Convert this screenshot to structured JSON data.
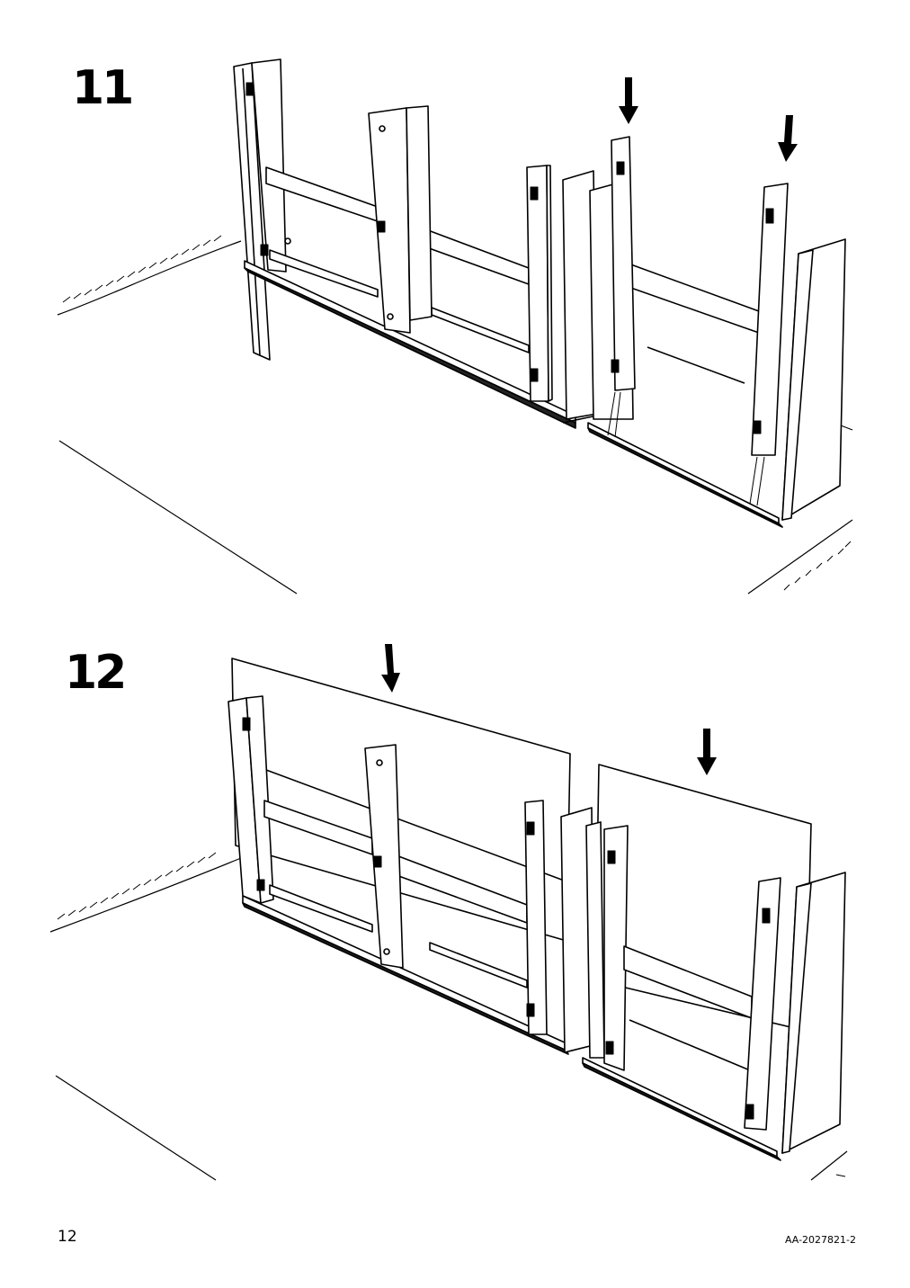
{
  "steps": [
    {
      "number": "11"
    },
    {
      "number": "12"
    }
  ],
  "footer": {
    "page_number": "12",
    "document_code": "AA-2027821-2"
  }
}
